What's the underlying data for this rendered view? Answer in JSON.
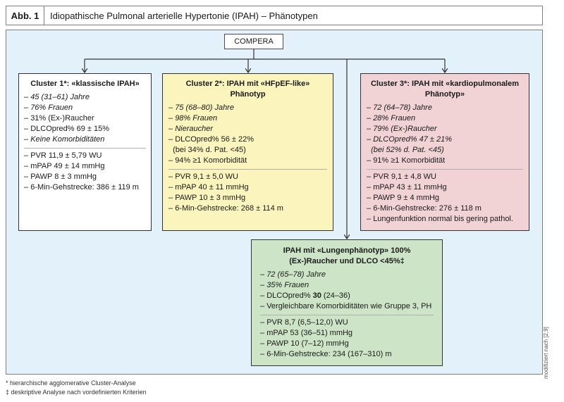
{
  "header": {
    "label": "Abb. 1",
    "title": "Idiopathische Pulmonal arterielle Hypertonie (IPAH) – Phänotypen"
  },
  "root": "COMPERA",
  "clusters": [
    {
      "title": "Cluster 1*: «klassische IPAH»",
      "group1": [
        {
          "text": "45 (31–61) Jahre",
          "italic": true
        },
        {
          "text": "76% Frauen",
          "italic": true
        },
        {
          "text": "31% (Ex-)Raucher",
          "italic": false
        },
        {
          "text": "DLCOpred% 69 ± 15%",
          "italic": false
        },
        {
          "text": "Keine Komorbiditäten",
          "italic": true
        }
      ],
      "group2": [
        {
          "text": "PVR 11,9 ± 5,79 WU",
          "italic": false
        },
        {
          "text": "mPAP 49 ± 14 mmHg",
          "italic": false
        },
        {
          "text": "PAWP 8 ± 3 mmHg",
          "italic": false
        },
        {
          "text": "6-Min-Gehstrecke: 386 ± 119 m",
          "italic": false
        }
      ]
    },
    {
      "title": "Cluster 2*: IPAH mit «HFpEF-like» Phänotyp",
      "group1": [
        {
          "text": "75 (68–80) Jahre",
          "italic": true
        },
        {
          "text": "98% Frauen",
          "italic": true
        },
        {
          "text": "Nieraucher",
          "italic": true
        },
        {
          "text": "DLCOpred% 56 ± 22%",
          "italic": false
        },
        {
          "text": "(bei 34% d. Pat. <45)",
          "italic": false,
          "indent": true
        },
        {
          "text": "94% ≥1 Komorbidität",
          "italic": false
        }
      ],
      "group2": [
        {
          "text": "PVR 9,1 ± 5,0 WU",
          "italic": false
        },
        {
          "text": "mPAP 40 ± 11 mmHg",
          "italic": false
        },
        {
          "text": "PAWP 10 ± 3 mmHg",
          "italic": false
        },
        {
          "text": "6-Min-Gehstrecke: 268 ± 114 m",
          "italic": false
        }
      ]
    },
    {
      "title": "Cluster 3*: IPAH mit «kardiopulmonalem Phänotyp»",
      "group1": [
        {
          "text": "72 (64–78) Jahre",
          "italic": true
        },
        {
          "text": "28% Frauen",
          "italic": true
        },
        {
          "text": "79% (Ex-)Raucher",
          "italic": true
        },
        {
          "text": "DLCOpred% 47 ± 21%",
          "italic": true
        },
        {
          "text": "(bei 52% d. Pat. <45)",
          "italic": true,
          "indent": true
        },
        {
          "text": "91% ≥1 Komorbidität",
          "italic": false
        }
      ],
      "group2": [
        {
          "text": "PVR 9,1 ± 4,8 WU",
          "italic": false
        },
        {
          "text": "mPAP 43 ± 11 mmHg",
          "italic": false
        },
        {
          "text": "PAWP 9 ± 4 mmHg",
          "italic": false
        },
        {
          "text": "6-Min-Gehstrecke: 276 ± 118 m",
          "italic": false
        },
        {
          "text": "Lungenfunktion normal bis gering pathol.",
          "italic": false
        }
      ]
    },
    {
      "title": "IPAH mit «Lungenphänotyp» 100% (Ex-)Raucher und DLCO <45%‡",
      "group1": [
        {
          "text": "72 (65–78) Jahre",
          "italic": true
        },
        {
          "text": "35% Frauen",
          "italic": true
        },
        {
          "text": "DLCOpred% 30 (24–36)",
          "italic": false
        },
        {
          "text": "Vergleichbare Komorbiditäten wie Gruppe 3, PH",
          "italic": false
        }
      ],
      "group2": [
        {
          "text": "PVR 8,7 (6,5–12,0) WU",
          "italic": false
        },
        {
          "text": "mPAP 53 (36–51) mmHg",
          "italic": false
        },
        {
          "text": "PAWP 10 (7–12) mmHg",
          "italic": false
        },
        {
          "text": "6-Min-Gehstrecke: 234 (167–310) m",
          "italic": false
        }
      ]
    }
  ],
  "side_note": "modifiziert nach [2,9]",
  "footnotes": [
    "* hierarchische agglomerative Cluster-Analyse",
    "‡ deskriptive Analyse nach vordefinierten Kriterien"
  ]
}
